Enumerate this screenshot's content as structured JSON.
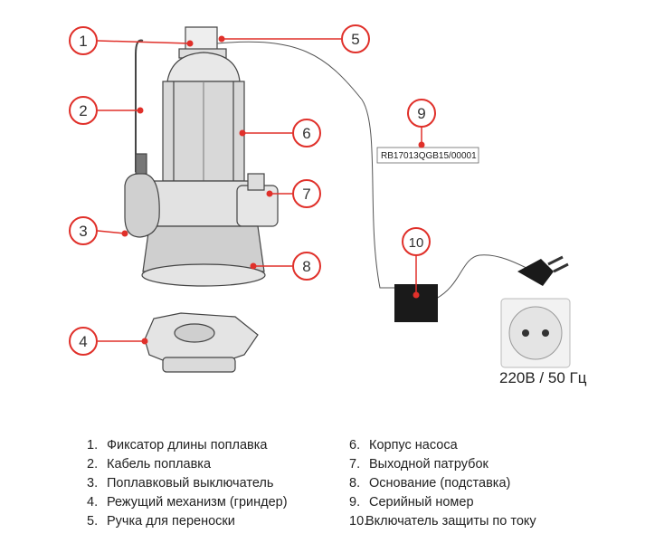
{
  "callouts": [
    "1",
    "2",
    "3",
    "4",
    "5",
    "6",
    "7",
    "8",
    "9",
    "10"
  ],
  "serial_number": "RB17013QGB15/00001",
  "voltage": "220В / 50 Гц",
  "legend_left": [
    {
      "num": "1.",
      "text": "Фиксатор длины поплавка"
    },
    {
      "num": "2.",
      "text": "Кабель поплавка"
    },
    {
      "num": "3.",
      "text": "Поплавковый выключатель"
    },
    {
      "num": "4.",
      "text": "Режущий механизм (гриндер)"
    },
    {
      "num": "5.",
      "text": "Ручка для переноски"
    }
  ],
  "legend_right": [
    {
      "num": "6.",
      "text": "Корпус насоса"
    },
    {
      "num": "7.",
      "text": "Выходной патрубок"
    },
    {
      "num": "8.",
      "text": "Основание (подставка)"
    },
    {
      "num": "9.",
      "text": "Серийный номер"
    },
    {
      "num": "10.",
      "text": "Включатель защиты по току"
    }
  ],
  "colors": {
    "accent": "#e0302a",
    "outline": "#444444",
    "cable": "#555555",
    "fill_dark": "#1a1a1a"
  }
}
